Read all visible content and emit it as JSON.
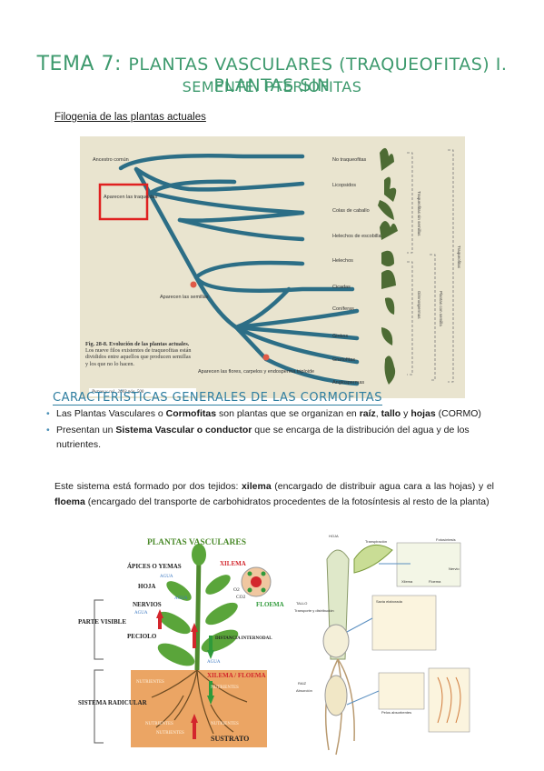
{
  "title": {
    "line1_prefix": "TEMA 7: ",
    "line1_rest": "PLANTAS VASCULARES (TRAQUEOFITAS) I. PLANTAS SIN",
    "line2": "SEMENTE. PTERIOFITAS"
  },
  "subtitle": "Filogenia de las plantas actuales",
  "phylogeny": {
    "root_label": "Ancestro común",
    "boxed_label": "Aparecen las traqueidas",
    "seeds_label": "Aparecen las semillas",
    "flowers_label": "Aparecen las flores, carpelos y endosperma triploide",
    "taxa": [
      "No traqueofitas",
      "Licopsidos",
      "Colas de caballo",
      "Helechos de escobilla",
      "Helechos",
      "Cicadas",
      "Coníferas",
      "Ginkos",
      "Gnetofitas",
      "Angiospermas"
    ],
    "bracket_labels": [
      "Traqueofitas sin semillas",
      "Gimnospermas",
      "Plantas con semilla",
      "Traqueofitas"
    ],
    "caption_bold": "Fig. 28-8. Evolución de las plantas actuales.",
    "caption_rest": "Los nueve filos existentes de traqueofitas están divididos entre aquellos que producen semillas y los que no lo hacen.",
    "credit": "Purves y col., 2003 pág. 500"
  },
  "section_title": "CARACTERÍSTICAS GENERALES DE LAS CORMOFITAS",
  "bullets": [
    {
      "a": "Las Plantas Vasculares o ",
      "b1": "Cormofitas",
      "c": " son plantas que se organizan en ",
      "b2": "raíz",
      "d": ", ",
      "b3": "tallo",
      "e": " y ",
      "b4": "hojas",
      "f": " (CORMO)"
    },
    {
      "a": "Presentan un ",
      "b1": "Sistema Vascular o conductor",
      "c": " que se encarga de la distribución del agua y de los nutrientes."
    }
  ],
  "paragraph": {
    "a": "Este sistema está formado por dos tejidos: ",
    "b1": "xilema",
    "c": " (encargado de distribuir agua cara a las hojas) y el ",
    "b2": "floema",
    "d": " (encargado del transporte de carbohidratos procedentes de la fotosíntesis al resto de la planta)"
  },
  "plant_diagram": {
    "title": "PLANTAS VASCULARES",
    "labels": {
      "apices": "ÁPICES O YEMAS",
      "hoja": "HOJA",
      "nervios": "NERVIOS",
      "peciolo": "PECIOLO",
      "parte_visible": "PARTE VISIBLE",
      "sistema_radicular": "SISTEMA RADICULAR",
      "xilema": "XILEMA",
      "floema": "FLOEMA",
      "xilema_floema": "XILEMA / FLOEMA",
      "distancia": "DISTANCIA INTERNODAL",
      "sustrato": "SUSTRATO",
      "agua": "AGUA",
      "nutrientes": "NUTRIENTES",
      "o2": "O2",
      "co2": "CO2"
    },
    "colors": {
      "title": "#4c8b2c",
      "xilema": "#d3262c",
      "floema": "#2f9a3a",
      "agua": "#3a78c2",
      "soil": "#e8a35e"
    }
  },
  "transport_diagram": {
    "labels": {
      "hoja": "HOJA",
      "transpiracion": "Transpiración",
      "tallo": "TALLO",
      "transporte": "Transporte y distribución",
      "raiz": "RAIZ",
      "absorcion": "Absorción",
      "fotosintesis": "Fotosíntesis",
      "xilema": "Xilema",
      "floema": "Floema",
      "nervio": "Nervio",
      "savia": "Savia elaborada",
      "pelos": "Pelos absorbentes"
    }
  }
}
